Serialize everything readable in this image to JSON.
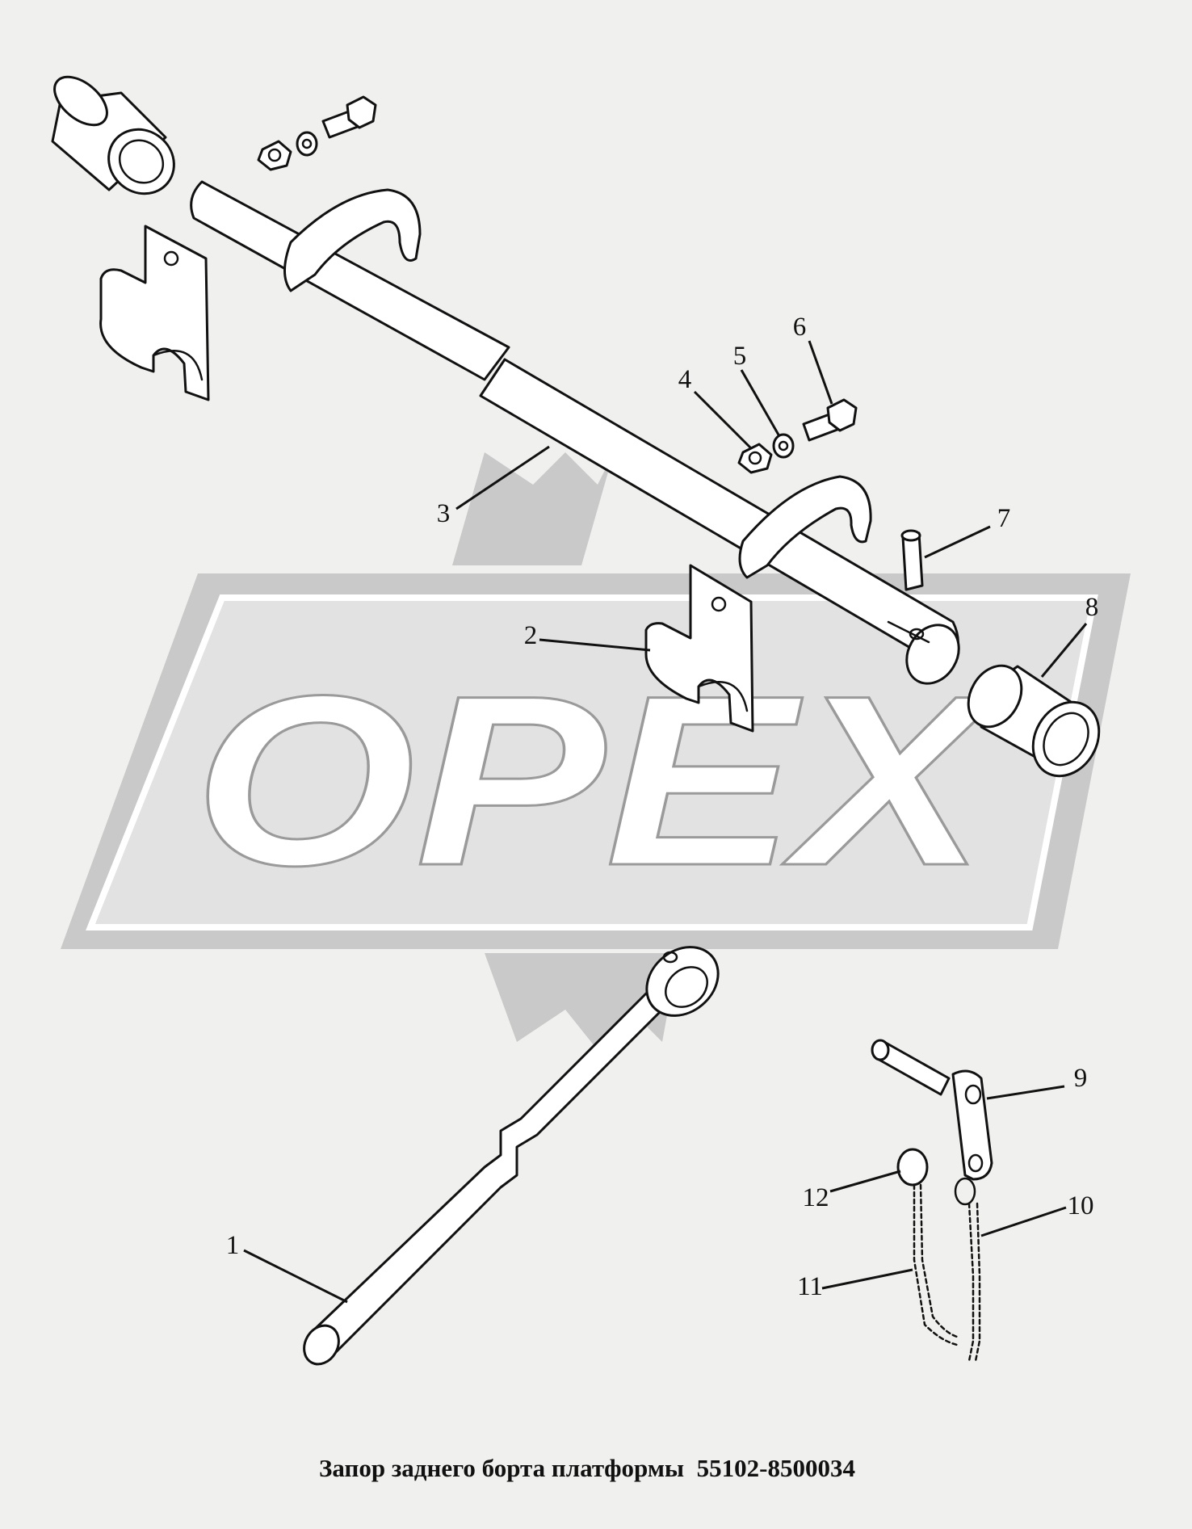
{
  "title": "Запор заднего борта платформы  55102-8500034",
  "watermark": {
    "text": "OPEX",
    "color": "#c9c9c9",
    "inner_color": "#e2e2e2"
  },
  "callouts": [
    {
      "number": "1"
    },
    {
      "number": "2"
    },
    {
      "number": "3"
    },
    {
      "number": "4"
    },
    {
      "number": "5"
    },
    {
      "number": "6"
    },
    {
      "number": "7"
    },
    {
      "number": "8"
    },
    {
      "number": "9"
    },
    {
      "number": "10"
    },
    {
      "number": "11"
    },
    {
      "number": "12"
    }
  ]
}
